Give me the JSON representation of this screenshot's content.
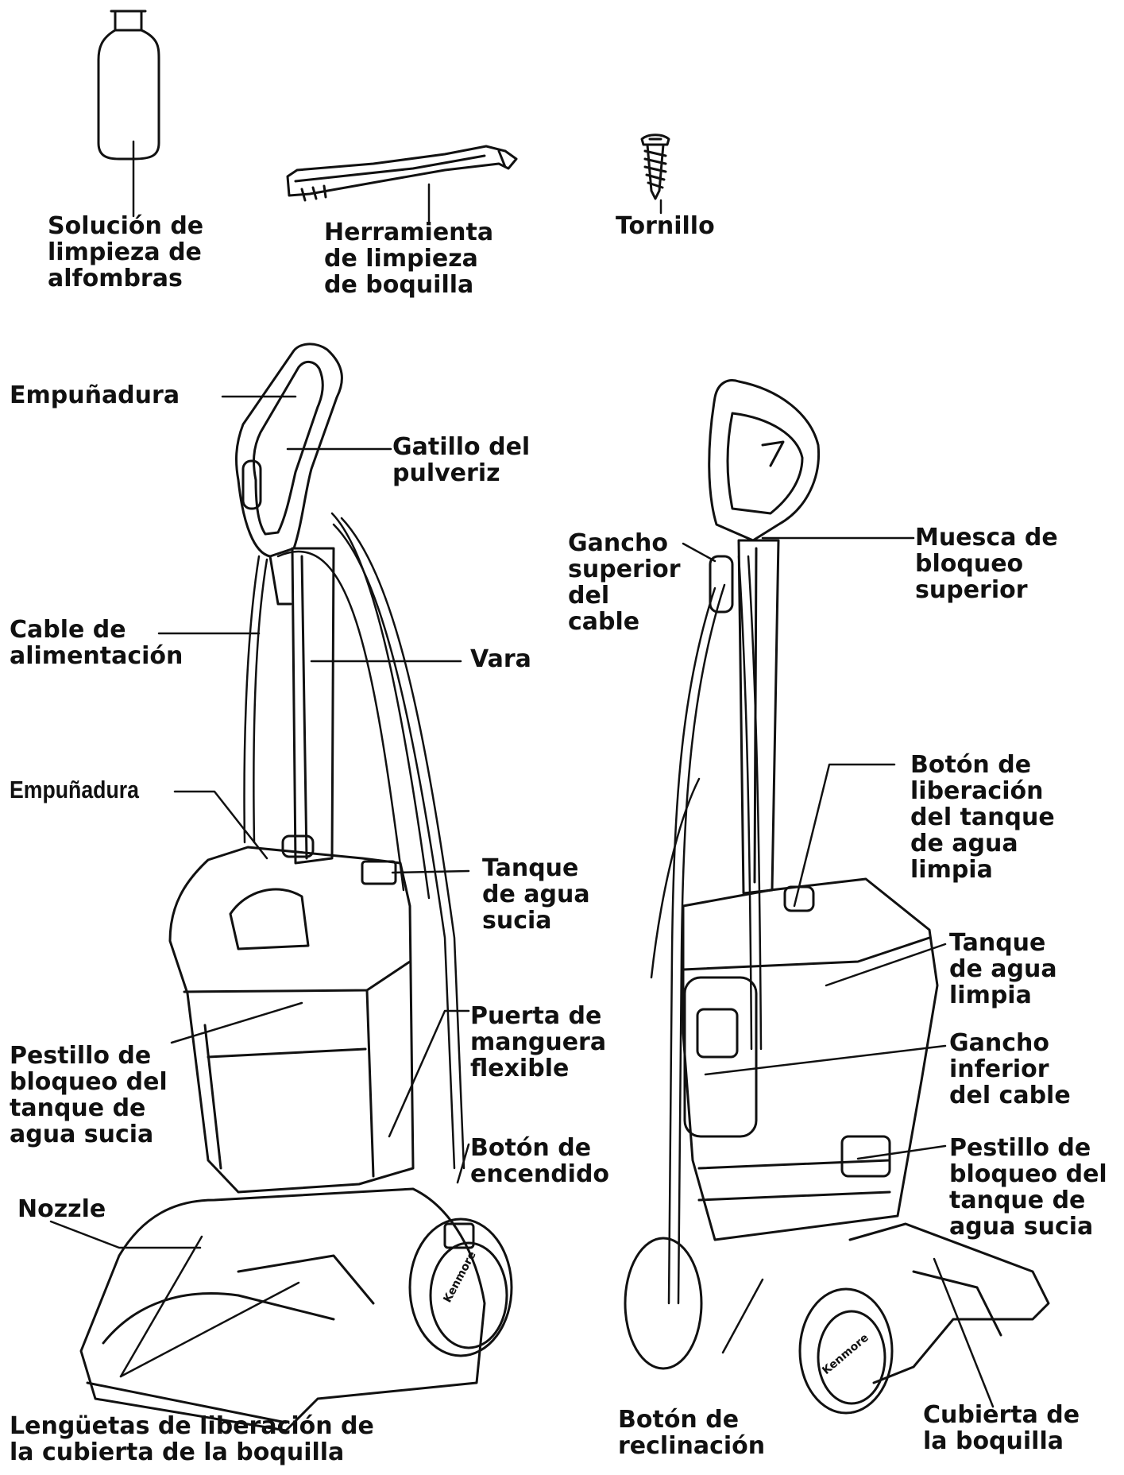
{
  "labels": {
    "carpet_solution": "Solución de\nlimpieza de\nalfombras",
    "nozzle_cleaning_tool": "Herramienta\nde limpieza\nde boquilla",
    "screw": "Tornillo",
    "handle_grip": "Empuñadura",
    "spray_trigger": "Gatillo del\npulveriz",
    "power_cord": "Cable de\nalimentación",
    "wand": "Vara",
    "carry_handle": "Empuñadura",
    "dirty_water_tank": "Tanque\nde agua\nsucia",
    "dirty_tank_latch": "Pestillo de\nbloqueo del\ntanque de\nagua sucia",
    "hose_door": "Puerta de\nmanguera\nflexible",
    "power_button": "Botón de\nencendido",
    "nozzle": "Nozzle",
    "nozzle_cover_tabs": "Lengüetas de liberación de\nla cubierta de la boquilla",
    "upper_cord_hook": "Gancho\nsuperior\ndel\ncable",
    "upper_lock_notch": "Muesca de\nbloqueo\nsuperior",
    "clean_tank_release": "Botón de\nliberación\ndel tanque\nde agua\nlimpia",
    "clean_water_tank": "Tanque\nde agua\nlimpia",
    "lower_cord_hook": "Gancho\ninferior\ndel cable",
    "dirty_tank_latch_rear": "Pestillo de\nbloqueo del\ntanque de\nagua sucia",
    "recline_button": "Botón de\nreclinación",
    "nozzle_cover": "Cubierta de\nla boquilla"
  },
  "brand_logo": "Kenmore",
  "colors": {
    "line": "#111111",
    "background": "#ffffff"
  }
}
